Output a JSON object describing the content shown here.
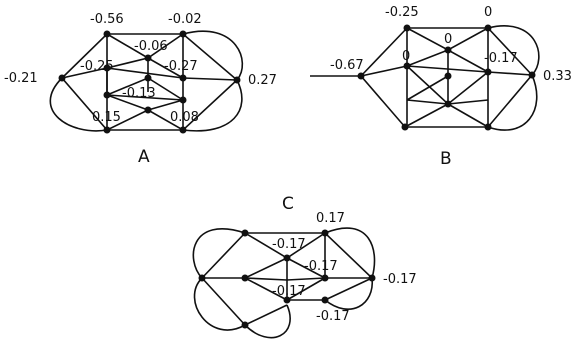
{
  "diagrams": {
    "A": {
      "title": "A",
      "labels": {
        "tl": "-0.56",
        "tr": "-0.02",
        "center": "-0.06",
        "left": "-0.21",
        "lmid": "-0.25",
        "rmid": "-0.27",
        "right": "0.27",
        "lowmid": "-0.13",
        "bl": "0.15",
        "br": "0.08"
      }
    },
    "B": {
      "title": "B",
      "labels": {
        "tl": "-0.25",
        "tr": "0",
        "center": "0",
        "left": "-0.67",
        "lmid": "0",
        "rmid": "-0.17",
        "right": "0.33"
      }
    },
    "C": {
      "title": "C",
      "labels": {
        "tr": "0.17",
        "a": "-0.17",
        "b": "-0.17",
        "right": "-0.17",
        "c": "-0.17",
        "d": "-0.17"
      }
    }
  }
}
